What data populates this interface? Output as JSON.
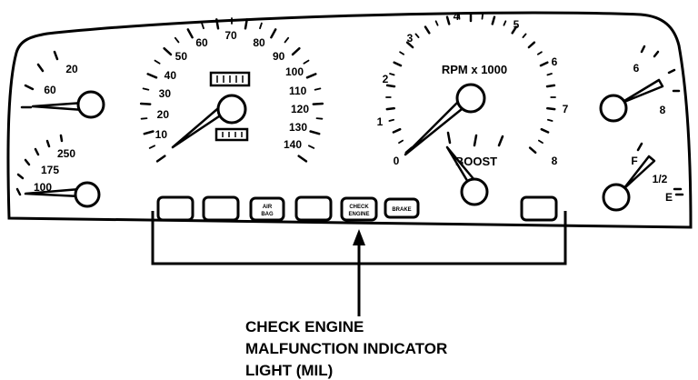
{
  "speedometer": {
    "labels": [
      "10",
      "20",
      "30",
      "40",
      "50",
      "60",
      "70",
      "80",
      "90",
      "100",
      "110",
      "120",
      "130",
      "140"
    ]
  },
  "tachometer": {
    "title": "RPM x 1000",
    "labels": [
      "0",
      "1",
      "2",
      "3",
      "4",
      "5",
      "6",
      "7",
      "8"
    ]
  },
  "boost_gauge": {
    "label": "BOOST"
  },
  "left_top_gauge": {
    "labels": [
      "20",
      "60"
    ]
  },
  "left_bottom_gauge": {
    "labels": [
      "100",
      "175",
      "250"
    ]
  },
  "right_top_gauge": {
    "labels": [
      "6",
      "8"
    ]
  },
  "fuel_gauge": {
    "labels": [
      "F",
      "1/2",
      "E"
    ]
  },
  "indicators": {
    "air_bag": [
      "AIR",
      "BAG"
    ],
    "check_engine": [
      "CHECK",
      "ENGINE"
    ],
    "brake": "BRAKE"
  },
  "callout": {
    "lines": [
      "CHECK ENGINE",
      "MALFUNCTION INDICATOR",
      "LIGHT (MIL)"
    ]
  }
}
